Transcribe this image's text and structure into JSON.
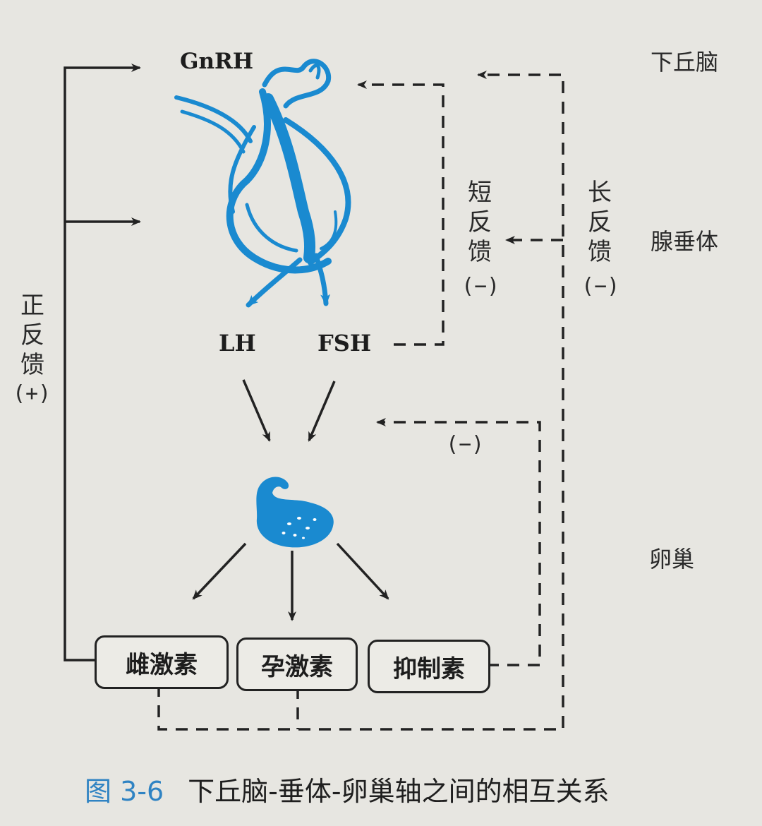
{
  "labels": {
    "gnrh": "GnRH",
    "lh": "LH",
    "fsh": "FSH"
  },
  "regions": {
    "hypothalamus": "下丘脑",
    "pituitary": "腺垂体",
    "ovary": "卵巢"
  },
  "feedback": {
    "short": "短反馈",
    "short_sign": "(−)",
    "long": "长反馈",
    "long_sign": "(−)",
    "positive": "正反馈",
    "positive_sign": "(+)",
    "inhibin_sign": "(−)"
  },
  "hormones": {
    "estrogen": "雌激素",
    "progesterone": "孕激素",
    "inhibin": "抑制素"
  },
  "caption": {
    "number": "图 3-6",
    "text": "下丘脑-垂体-卵巢轴之间的相互关系"
  },
  "colors": {
    "organ_blue": "#1a8ad0",
    "line": "#222222",
    "caption_blue": "#2f83c3"
  }
}
